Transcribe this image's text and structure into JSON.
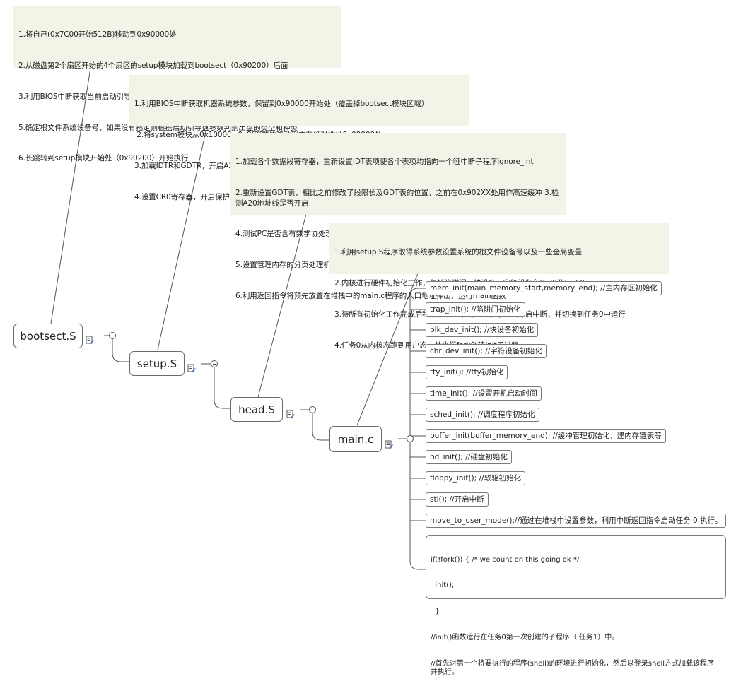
{
  "nodes": {
    "bootsect": "bootsect.S",
    "setup": "setup.S",
    "head": "head.S",
    "main": "main.c"
  },
  "notes": {
    "bootsect": [
      "1.将自己(0x7C00开始512B)移动到0x90000处",
      "2.从磁盘第2个扇区开始的4个扇区的setup模块加载到bootsect（0x90200）后面",
      "3.利用BIOS中断获取当前启动引导盘参数　　4.利用BIOS中断在屏幕上显示加载提示",
      "5.确定根文件系统设备号，如果没有指定则根据启动引导盘参数判别出盘的类型和种类",
      "6.长跳转到setup模块开始处（0x90200）开始执行"
    ],
    "setup": [
      "1.利用BIOS中断获取机器系统参数，保留到0x90000开始处（覆盖掉bootsect模块区域）",
      " 2.将system模块从0x10000~0x8ffff整体移动到内存绝对地址0x00000处",
      "3.加载IDTR和GDTR，开启A20，重新设置中断控制芯片",
      "4.设置CR0寄存器，开启保护模式，并跳转到system模块最前面部分的head模块处运行"
    ],
    "head": [
      "1.加载各个数据段寄存器，重新设置IDT表项使各个表项均指向一个哑中断子程序ignore_int",
      "2.重新设置GDT表，相比之前修改了段限长及GDT表的位置，之前在0x902XX处用作高速缓冲 3.检测A20地址线是否开启",
      "4.测试PC是否含有数学协处理器",
      "5.设置管理内存的分页处理机制",
      "6.利用返回指令将预先放置在堆栈中的main.c程序的入口地址弹出，运行main函数"
    ],
    "main": [
      "1.利用setup.S程序取得系统参数设置系统的根文件设备号以及一些全局变量",
      "2.内核进行硬件初始化工作，包括陷阱门、块设备、字符设备和tty以及task0",
      "3.待所有初始化工作完成后程序就设置中断允许标志以及开启中断，并切换到任务0中运行",
      "4.任务0从内核态跑到用户态，并执行fork创建init子进程"
    ]
  },
  "main_children": [
    "mem_init(main_memory_start,memory_end); //主内存区初始化",
    "trap_init(); //陷阱门初始化",
    "blk_dev_init(); //块设备初始化",
    "chr_dev_init(); //字符设备初始化",
    "tty_init(); //tty初始化",
    "time_init(); //设置开机启动时间",
    "sched_init(); //调度程序初始化",
    "buffer_init(buffer_memory_end); //缓冲管理初始化，建内存链表等",
    "hd_init(); //硬盘初始化",
    "floppy_init(); //软驱初始化",
    "sti(); //开启中断",
    "move_to_user_mode();//通过在堆栈中设置参数，利用中断返回指令启动任务 0 执行。"
  ],
  "fork_block": [
    "if(!fork()) { /* we count on this going ok */",
    "  init();",
    "  }",
    "//init()函数运行在任务0第一次创建的子程序（ 任务1）中。",
    "//首先对第一个将要执行的程序(shell)的环境进行初始化，然后以登录shell方式加载该程序并执行。"
  ],
  "icons": {
    "note": "note-icon",
    "collapse": "collapse-icon"
  }
}
